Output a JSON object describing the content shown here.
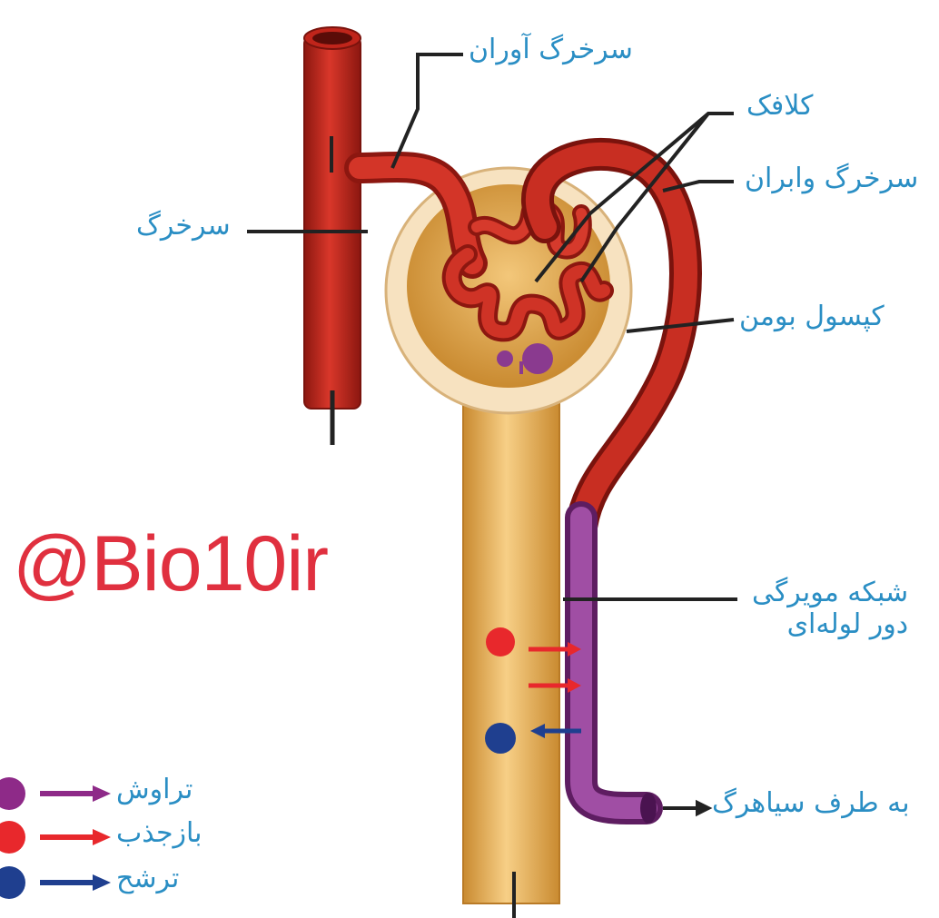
{
  "labels": {
    "afferent_arteriole": "سرخرگ آوران",
    "glomerulus": "کلافک",
    "efferent_arteriole": "سرخرگ وابران",
    "artery": "سرخرگ",
    "bowman_capsule": "کپسول بومن",
    "peritubular_capillary_line1": "شبکه مویرگی",
    "peritubular_capillary_line2": "دور لوله‌ای",
    "to_vein": "به طرف سیاهرگ"
  },
  "watermark": "@Bio10ir",
  "legend": [
    {
      "label": "تراوش",
      "color": "#8e2a88"
    },
    {
      "label": "بازجذب",
      "color": "#e8282c"
    },
    {
      "label": "ترشح",
      "color": "#1f3f8f"
    }
  ],
  "colors": {
    "vessel": "#c0251b",
    "vessel_dark": "#8c1710",
    "tubule": "#e7a84a",
    "tubule_light": "#f6d08c",
    "capillary_purple": "#8a3a8f",
    "label_text": "#2a8ec4",
    "leader_line": "#222222"
  }
}
